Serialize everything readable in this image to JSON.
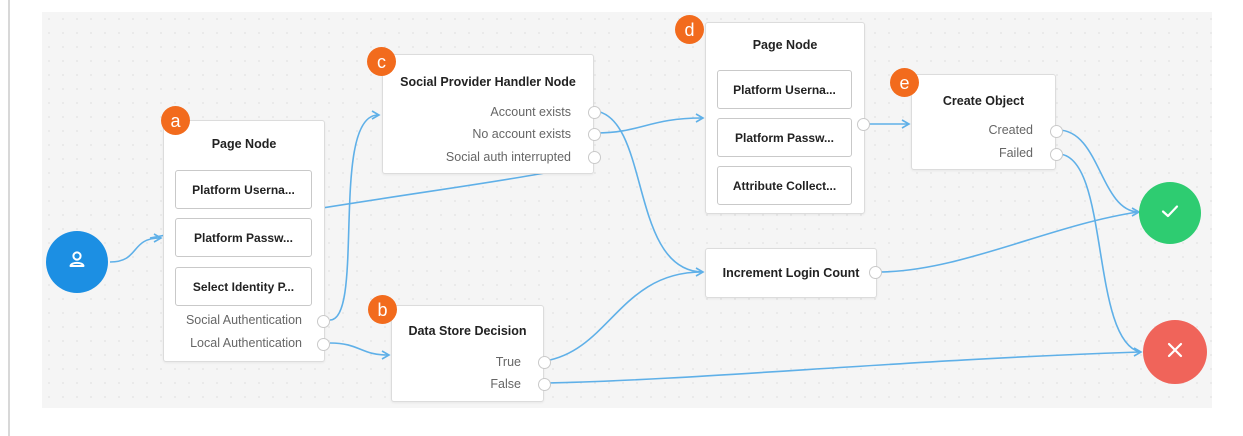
{
  "nodes": {
    "page_node_a": {
      "title": "Page Node",
      "items": [
        "Platform Userna...",
        "Platform Passw...",
        "Select Identity P..."
      ],
      "outcomes": [
        "Social Authentication",
        "Local Authentication"
      ]
    },
    "social_provider_node": {
      "title": "Social Provider Handler Node",
      "outcomes": [
        "Account exists",
        "No account exists",
        "Social auth interrupted"
      ]
    },
    "data_store_node": {
      "title": "Data Store Decision",
      "outcomes": [
        "True",
        "False"
      ]
    },
    "page_node_d": {
      "title": "Page Node",
      "items": [
        "Platform Userna...",
        "Platform Passw...",
        "Attribute Collect..."
      ]
    },
    "create_object_node": {
      "title": "Create Object",
      "outcomes": [
        "Created",
        "Failed"
      ]
    },
    "increment_node": {
      "title": "Increment Login Count"
    }
  },
  "badges": [
    "a",
    "b",
    "c",
    "d",
    "e"
  ],
  "icons": {
    "start": "user-icon",
    "success": "check-icon",
    "failure": "x-icon"
  },
  "colors": {
    "start": "#1c8fe3",
    "success": "#2ecc71",
    "failure": "#f0645a",
    "badge": "#f26b1d",
    "wire": "#5fb0e8"
  }
}
